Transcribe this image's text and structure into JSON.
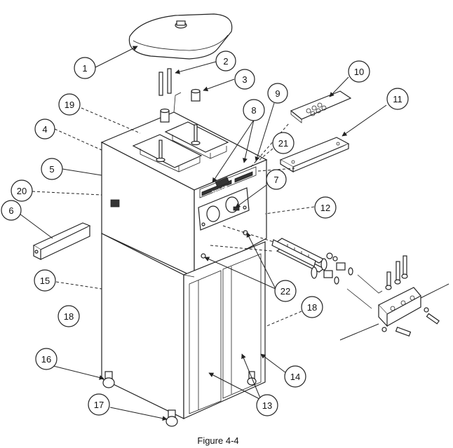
{
  "caption": "Figure 4-4",
  "brand_text": "TAYLOR",
  "callouts": {
    "c1": "1",
    "c2": "2",
    "c3": "3",
    "c4": "4",
    "c5": "5",
    "c6": "6",
    "c7": "7",
    "c8": "8",
    "c9": "9",
    "c10": "10",
    "c11": "11",
    "c12": "12",
    "c13": "13",
    "c14": "14",
    "c15": "15",
    "c16": "16",
    "c17": "17",
    "c18a": "18",
    "c18b": "18",
    "c19": "19",
    "c20": "20",
    "c21": "21",
    "c22": "22"
  }
}
